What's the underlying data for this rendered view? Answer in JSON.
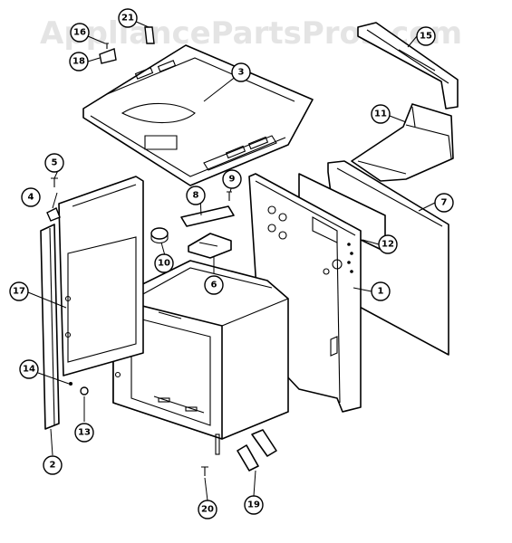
{
  "watermark": "AppliancePartsPros.com",
  "callouts": [
    "1",
    "2",
    "3",
    "4",
    "5",
    "6",
    "7",
    "8",
    "9",
    "10",
    "11",
    "12",
    "13",
    "14",
    "15",
    "16",
    "17",
    "18",
    "20",
    "19",
    "21"
  ]
}
